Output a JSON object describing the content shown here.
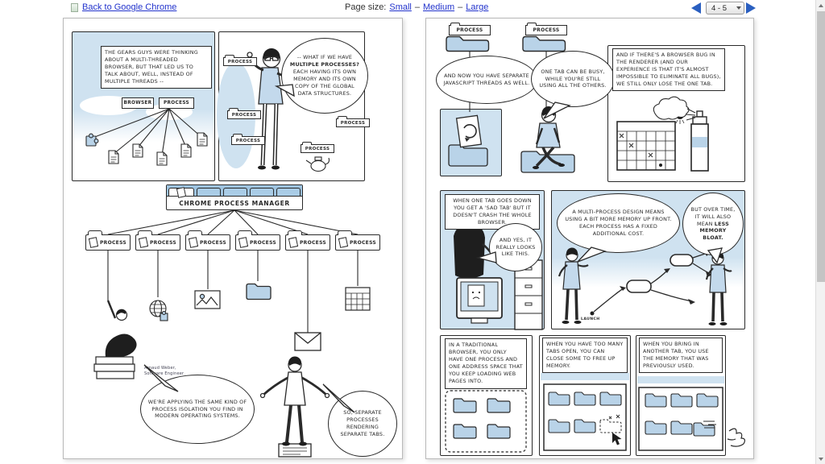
{
  "header": {
    "back_link": "Back to Google Chrome",
    "page_size_label": "Page size:",
    "size_options": [
      "Small",
      "Medium",
      "Large"
    ],
    "separator": "–",
    "page_selector": "4 - 5"
  },
  "colors": {
    "link_blue": "#2233cc",
    "nav_arrow_blue": "#2a5fc0",
    "comic_sky_blue": "#cfe2f0",
    "comic_object_blue": "#b9d3e8",
    "ink": "#2a2a2a"
  },
  "page_left": {
    "caption_gears": "THE GEARS GUYS WERE THINKING ABOUT A MULTI-THREADED BROWSER, BUT THAT LED US TO TALK ABOUT, WELL, INSTEAD OF MULTIPLE THREADS --",
    "browser_label": "BROWSER",
    "process_label": "PROCESS",
    "bubble_multiple_pre": "-- WHAT IF WE HAVE ",
    "bubble_multiple_bold": "MULTIPLE PROCESSES?",
    "bubble_multiple_post": " EACH HAVING ITS OWN MEMORY AND ITS OWN COPY OF THE GLOBAL DATA STRUCTURES.",
    "process_tags": [
      "PROCESS",
      "PROCESS",
      "PROCESS",
      "PROCESS",
      "PROCESS"
    ],
    "manager_banner": "CHROME PROCESS MANAGER",
    "process_row": [
      "PROCESS",
      "PROCESS",
      "PROCESS",
      "PROCESS",
      "PROCESS",
      "PROCESS"
    ],
    "credit": [
      "Arnaud Weber,",
      "Software Engineer"
    ],
    "bubble_isolation": "WE'RE APPLYING THE SAME KIND OF PROCESS ISOLATION YOU FIND IN MODERN OPERATING SYSTEMS.",
    "bubble_separate_tabs": "SO, SEPARATE PROCESSES RENDERING SEPARATE TABS."
  },
  "page_right": {
    "process_tabs": [
      "PROCESS",
      "PROCESS"
    ],
    "bubble_javascript": "AND NOW YOU HAVE SEPARATE JAVASCRIPT THREADS AS WELL.",
    "bubble_busy": "ONE TAB CAN BE BUSY, WHILE YOU'RE STILL USING ALL THE OTHERS.",
    "caption_bug": "AND IF THERE'S A BROWSER BUG IN THE RENDERER (AND OUR EXPERIENCE IS THAT IT'S ALMOST IMPOSSIBLE TO ELIMINATE ALL BUGS), WE STILL ONLY LOSE THE ONE TAB.",
    "caption_sad_tab": "WHEN ONE TAB GOES DOWN YOU GET A 'SAD TAB' BUT IT DOESN'T CRASH THE WHOLE BROWSER.",
    "bubble_looks_like": "AND YES, IT REALLY LOOKS LIKE THIS.",
    "bubble_memory_cost": "A MULTI-PROCESS DESIGN MEANS USING A BIT MORE MEMORY UP FRONT. EACH PROCESS HAS A FIXED ADDITIONAL COST.",
    "bubble_bloat_pre": "BUT OVER TIME, IT WILL ALSO MEAN ",
    "bubble_bloat_bold": "LESS MEMORY BLOAT.",
    "launch_label": "LAUNCH",
    "caption_traditional": "IN A TRADITIONAL BROWSER, YOU ONLY HAVE ONE PROCESS AND ONE ADDRESS SPACE THAT YOU KEEP LOADING WEB PAGES INTO.",
    "caption_close_tabs": "WHEN YOU HAVE TOO MANY TABS OPEN, YOU CAN CLOSE SOME TO FREE UP MEMORY.",
    "caption_reuse_memory": "WHEN YOU BRING IN ANOTHER TAB, YOU USE THE MEMORY THAT WAS PREVIOUSLY USED."
  }
}
